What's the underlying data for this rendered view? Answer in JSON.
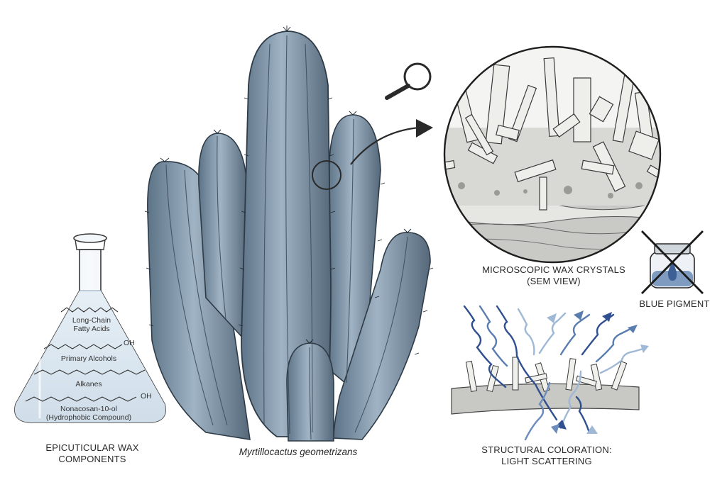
{
  "flask": {
    "caption_line1": "EPICUTICULAR WAX",
    "caption_line2": "COMPONENTS",
    "fatty_acids_line1": "Long-Chain",
    "fatty_acids_line2": "Fatty Acids",
    "oh_1": "OH",
    "alcohols": "Primary Alcohols",
    "alkanes": "Alkanes",
    "oh_2": "OH",
    "nonacosanol_line1": "Nonacosan-10-ol",
    "nonacosanol_line2": "(Hydrophobic Compound)"
  },
  "cactus": {
    "species": "Myrtillocactus geometrizans"
  },
  "microscope": {
    "caption_line1": "MICROSCOPIC WAX CRYSTALS",
    "caption_line2": "(SEM VIEW)"
  },
  "pigment": {
    "caption": "BLUE PIGMENT"
  },
  "scattering": {
    "caption_line1": "STRUCTURAL COLORATION:",
    "caption_line2": "LIGHT SCATTERING"
  },
  "colors": {
    "cactus_blue": "#7f97ab",
    "cactus_dark": "#4f6678",
    "light_dark": "#2f4f8f",
    "light_pale": "#9fb8d6",
    "ink": "#2a2a2a"
  }
}
